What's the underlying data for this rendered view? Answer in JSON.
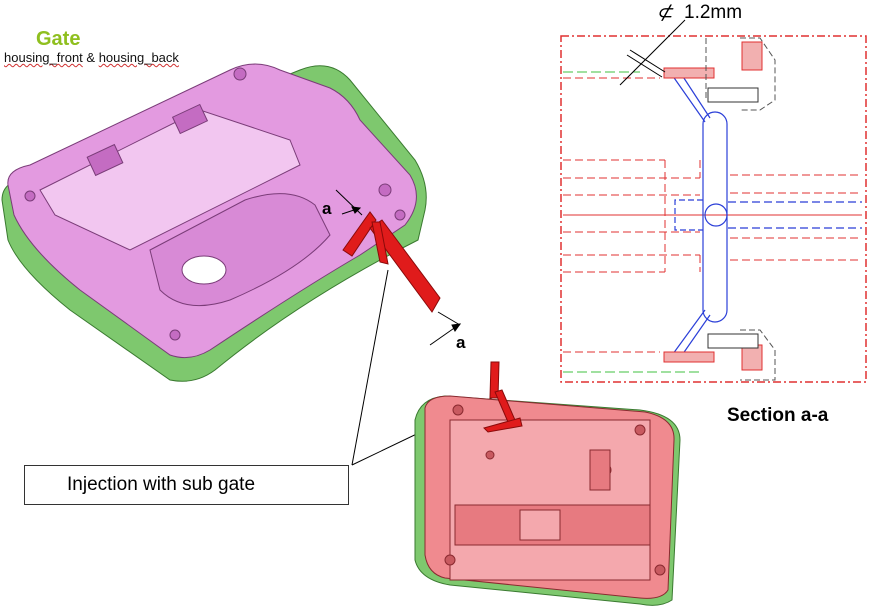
{
  "header": {
    "title": "Gate",
    "subtitle_part1": "housing_front",
    "subtitle_sep": " & ",
    "subtitle_part2": "housing_back"
  },
  "labels": {
    "section_mark_top": "a",
    "section_mark_bottom": "a",
    "callout": "Injection with sub gate",
    "section_title": "Section a-a",
    "dimension_symbol": "⊄",
    "dimension_value": "1.2mm"
  },
  "colors": {
    "front_housing": "#e39ae0",
    "back_housing": "#f08a8f",
    "rim_green": "#7ec86e",
    "gate_red": "#e01b1b",
    "section_red": "#e03030",
    "section_blue": "#2b3fd8",
    "title_green": "#8fbf1f"
  }
}
